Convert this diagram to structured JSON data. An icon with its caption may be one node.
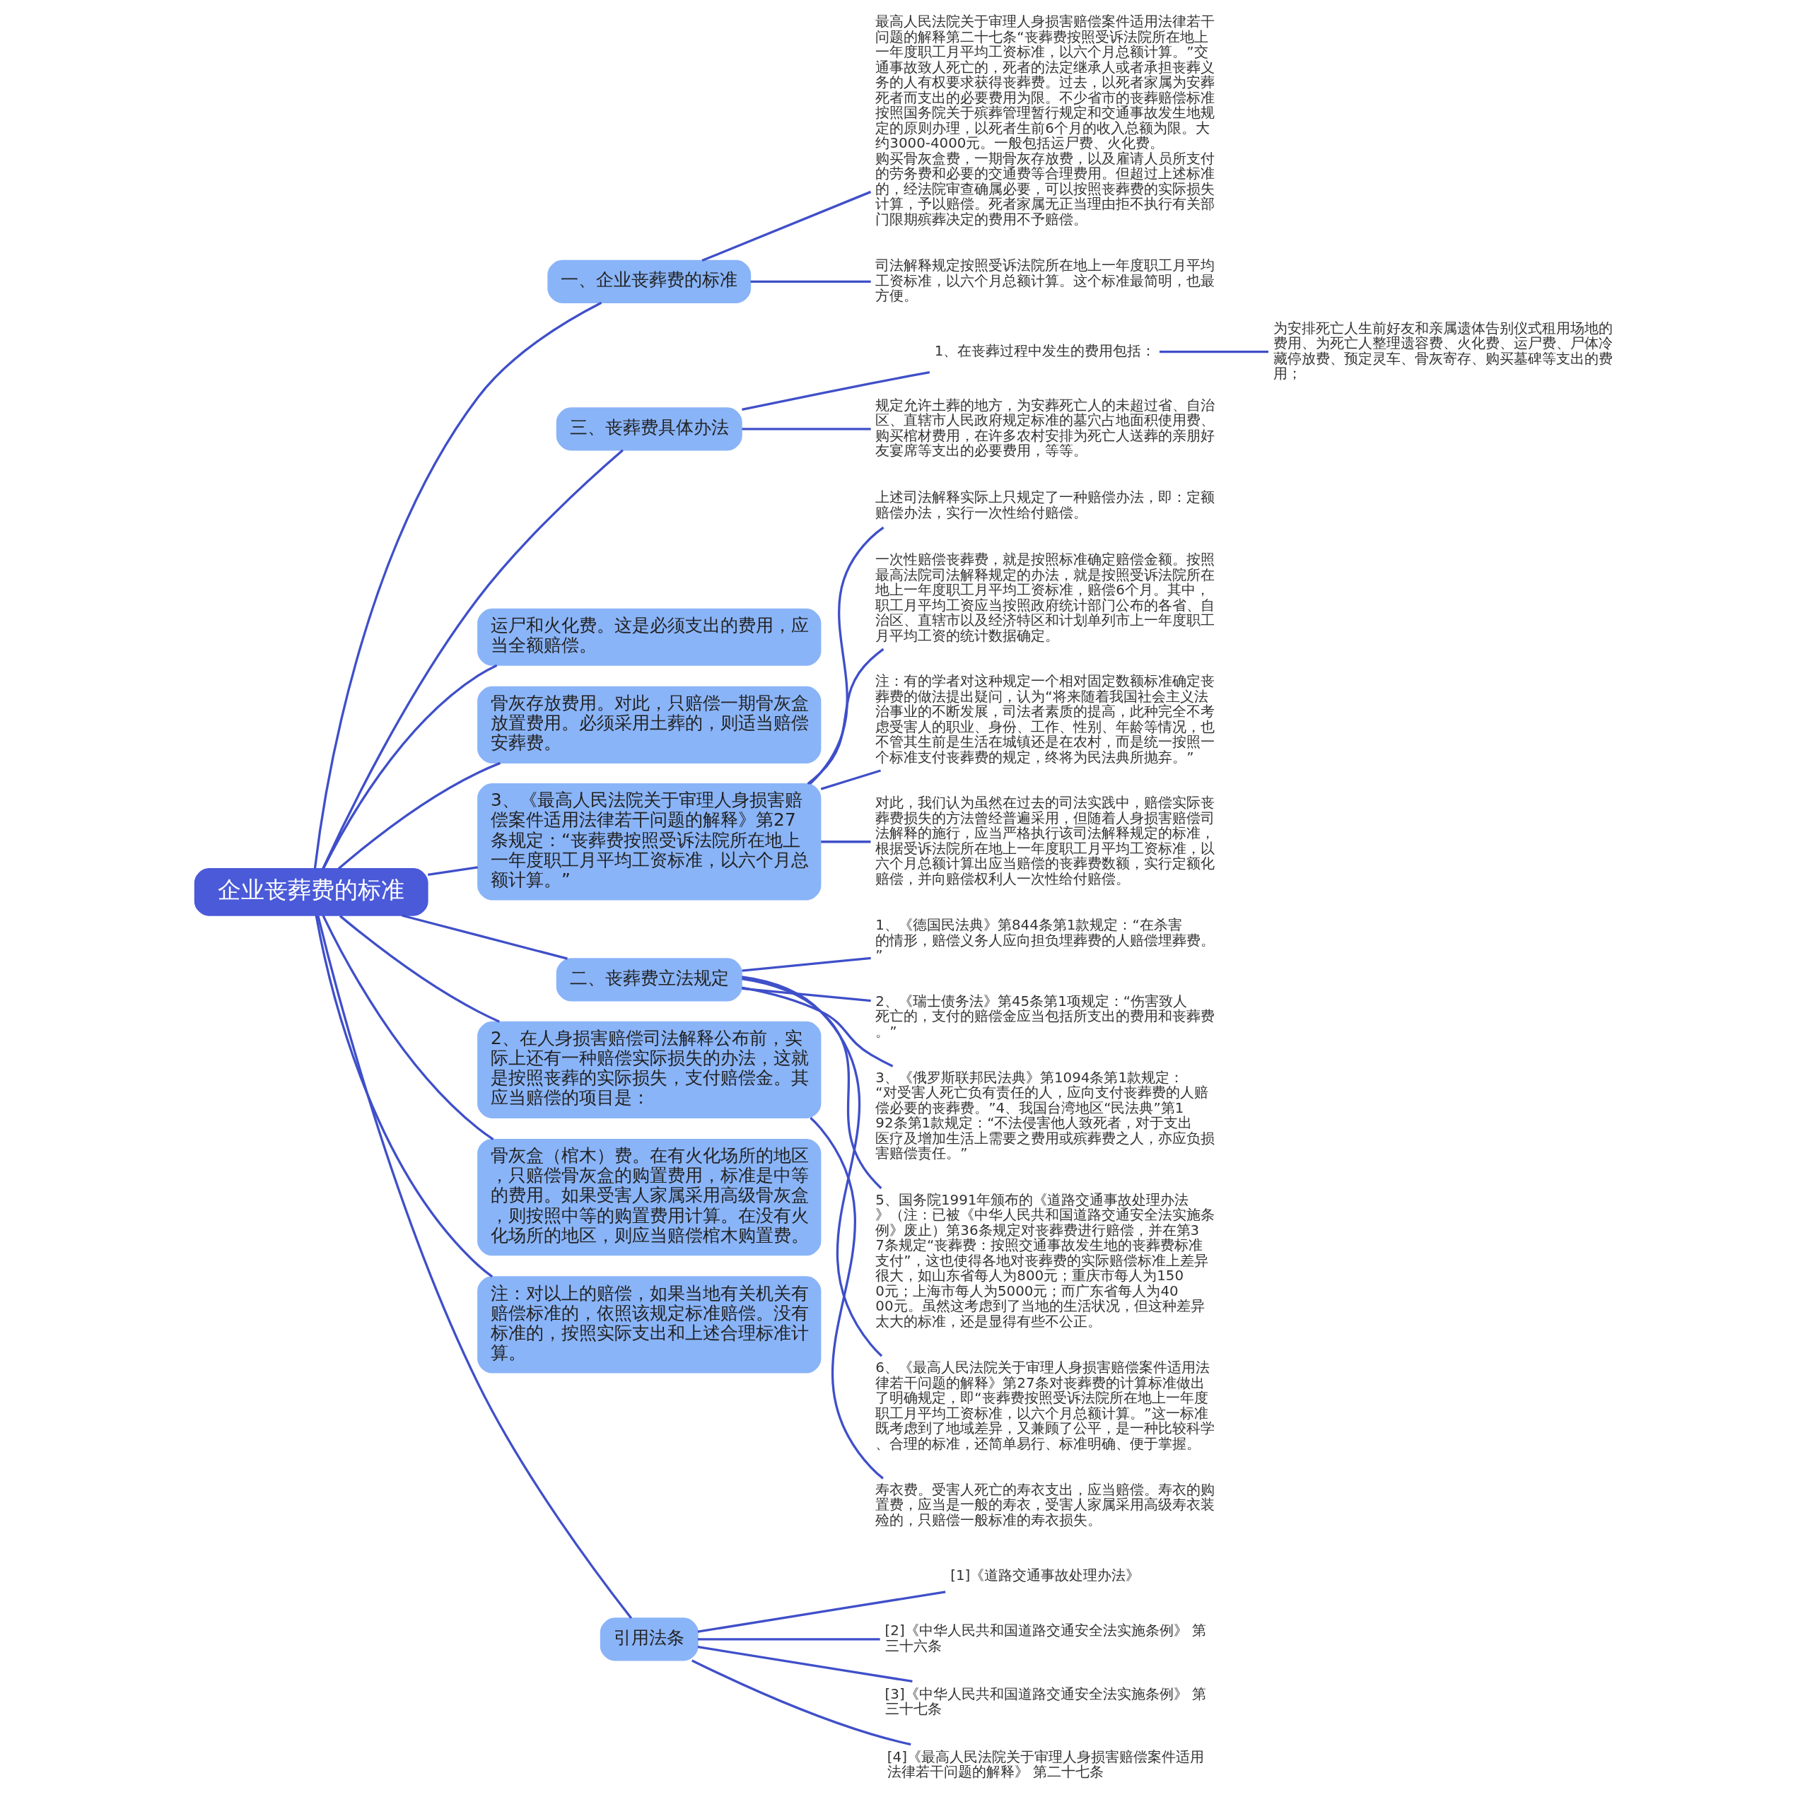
{
  "diagram": {
    "nodes": [
      {
        "text": [
          "企业丧葬费的标准"
        ]
      },
      {
        "text": [
          "一、企业丧葬费的标准"
        ]
      },
      {
        "text": [
          "最高人民法院关于审理人身损害赔偿案件适用法律若干问题的解释第二十七条“丧葬费按照受诉法院所在地上一年度职工月平均工资标准，以六个月总额计算。”交通事故致人死亡的，死者的法定继承人或者承担丧葬义务的人有权要求获得丧葬费。过去，以死者家属为安葬死者而支出的必要费用为限。不少省市的丧葬赔偿标准按照国务院关于殡葬管理暂行规定和交通事故发生地规定的原则办理，以死者生前6个月的收入总额为限。大约3000-4000元。一般包括运尸费、火化费。购买骨灰盒费，一期骨灰存放费，以及雇请人员所支付的劳务费和必要的交通费等合理费用。但超过上述标准的，经法院审查确属必要，可以按照丧葬费的实际损失计算，予以赔偿。死者家属无正当理由拒不执行有关部门限期殡葬决定的费用不予赔偿。"
        ]
      },
      {
        "text": [
          "司法解释规定按照受诉法院所在地上一年度职工月平均工资标准，以六个月总额计算。这个标准最简明，也最方便。"
        ]
      },
      {
        "text": [
          "三、丧葬费具体办法"
        ]
      },
      {
        "text": [
          "1、在丧葬过程中发生的费用包括："
        ]
      },
      {
        "text": [
          "为安排死亡人生前好友和亲属遗体告别仪式租用场地的费用、为死亡人整理遗容费、火化费、运尸费、尸体冷藏停放费、预定灵车、骨灰寄存、购买墓碑等支出的费用；"
        ]
      },
      {
        "text": [
          "规定允许土葬的地方，为安葬死亡人的未超过省、自治区、直辖市人民政府规定标准的墓穴占地面积使用费、购买棺材费用，在许多农村安排为死亡人送葬的亲朋好友宴席等支出的必要费用，等等。"
        ]
      },
      {
        "text": [
          "运尸和火化费。这是必须支出的费用，应当全额赔偿。"
        ]
      },
      {
        "text": [
          "骨灰存放费用。对此，只赔偿一期骨灰盒放置费用。必须采用土葬的，则适当赔偿安葬费。"
        ]
      },
      {
        "text": [
          "3、《最高人民法院关于审理人身损害赔偿案件适用法律若干问题的解释》第27条规定：“丧葬费按照受诉法院所在地上一年度职工月平均工资标准，以六个月总额计算。”"
        ]
      },
      {
        "text": [
          "上述司法解释实际上只规定了一种赔偿办法，即：定额赔偿办法，实行一次性给付赔偿。"
        ]
      },
      {
        "text": [
          "一次性赔偿丧葬费，就是按照标准确定赔偿金额。按照最高法院司法解释规定的办法，就是按照受诉法院所在地上一年度职工月平均工资标准，赔偿6个月。其中，职工月平均工资应当按照政府统计部门公布的各省、自治区、直辖市以及经济特区和计划单列市上一年度职工月平均工资的统计数据确定。"
        ]
      },
      {
        "text": [
          "注：有的学者对这种规定一个相对固定数额标准确定丧葬费的做法提出疑问，认为“将来随着我国社会主义法治事业的不断发展，司法者素质的提高，此种完全不考虑受害人的职业、身份、工作、性别、年龄等情况，也不管其生前是生活在城镇还是在农村，而是统一按照一个标准支付丧葬费的规定，终将为民法典所抛弃。”"
        ]
      },
      {
        "text": [
          "对此，我们认为虽然在过去的司法实践中，赔偿实际丧葬费损失的方法曾经普遍采用，但随着人身损害赔偿司法解释的施行，应当严格执行该司法解释规定的标准，根据受诉法院所在地上一年度职工月平均工资标准，以六个月总额计算出应当赔偿的丧葬费数额，实行定额化赔偿，并向赔偿权利人一次性给付赔偿。"
        ]
      },
      {
        "text": [
          "二、丧葬费立法规定"
        ]
      },
      {
        "text": [
          "1、《德国民法典》第844条第1款规定：“在杀害的情形，赔偿义务人应向担负埋葬费的人赔偿埋葬费。”"
        ]
      },
      {
        "text": [
          "2、《瑞士债务法》第45条第1项规定：“伤害致人死亡的，支付的赔偿金应当包括所支出的费用和丧葬费。”"
        ]
      },
      {
        "text": [
          "3、《俄罗斯联邦民法典》第1094条第1款规定：“对受害人死亡负有责任的人，应向支付丧葬费的人赔偿必要的丧葬费。”4、我国台湾地区“民法典”第192条第1款规定：“不法侵害他人致死者，对于支出医疗及增加生活上需要之费用或殡葬费之人，亦应负损害赔偿责任。”"
        ]
      },
      {
        "text": [
          "5、国务院1991年颁布的《道路交通事故处理办法》（注：已被《中华人民共和国道路交通安全法实施条例》废止）第36条规定对丧葬费进行赔偿，并在第37条规定“丧葬费：按照交通事故发生地的丧葬费标准支付”，这也使得各地对丧葬费的实际赔偿标准上差异很大，如山东省每人为800元；重庆市每人为1500元；上海市每人为5000元；而广东省每人为4000元。虽然这考虑到了当地的生活状况，但这种差异太大的标准，还是显得有些不公正。"
        ]
      },
      {
        "text": [
          "6、《最高人民法院关于审理人身损害赔偿案件适用法律若干问题的解释》第27条对丧葬费的计算标准做出了明确规定，即“丧葬费按照受诉法院所在地上一年度职工月平均工资标准，以六个月总额计算。”这一标准既考虑到了地域差异，又兼顾了公平，是一种比较科学、合理的标准，还简单易行、标准明确、便于掌握。"
        ]
      },
      {
        "text": [
          "2、在人身损害赔偿司法解释公布前，实际上还有一种赔偿实际损失的办法，这就是按照丧葬的实际损失，支付赔偿金。其应当赔偿的项目是："
        ]
      },
      {
        "text": [
          "寿衣费。受害人死亡的寿衣支出，应当赔偿。寿衣的购置费，应当是一般的寿衣，受害人家属采用高级寿衣装殓的，只赔偿一般标准的寿衣损失。"
        ]
      },
      {
        "text": [
          "骨灰盒（棺木）费。在有火化场所的地区，只赔偿骨灰盒的购置费用，标准是中等的费用。如果受害人家属采用高级骨灰盒，则按照中等的购置费用计算。在没有火化场所的地区，则应当赔偿棺木购置费。"
        ]
      },
      {
        "text": [
          "注：对以上的赔偿，如果当地有关机关有赔偿标准的，依照该规定标准赔偿。没有标准的，按照实际支出和上述合理标准计算。"
        ]
      },
      {
        "text": [
          "引用法条"
        ]
      },
      {
        "text": [
          "[1]《道路交通事故处理办法》"
        ]
      },
      {
        "text": [
          "[2]《中华人民共和国道路交通安全法实施条例》 第三十六条"
        ]
      },
      {
        "text": [
          "[3]《中华人民共和国道路交通安全法实施条例》 第三十七条"
        ]
      },
      {
        "text": [
          "[4]《最高人民法院关于审理人身损害赔偿案件适用法律若干问题的解释》 第二十七条"
        ]
      }
    ],
    "edges": [
      {
        "from": 0,
        "to": 1,
        "arrow": "none"
      },
      {
        "from": 1,
        "to": 2,
        "arrow": "none"
      },
      {
        "from": 1,
        "to": 3,
        "arrow": "none"
      },
      {
        "from": 0,
        "to": 4,
        "arrow": "none"
      },
      {
        "from": 4,
        "to": 5,
        "arrow": "none"
      },
      {
        "from": 5,
        "to": 6,
        "arrow": "none"
      },
      {
        "from": 4,
        "to": 7,
        "arrow": "none"
      },
      {
        "from": 0,
        "to": 8,
        "arrow": "none"
      },
      {
        "from": 0,
        "to": 9,
        "arrow": "none"
      },
      {
        "from": 0,
        "to": 10,
        "arrow": "none"
      },
      {
        "from": 10,
        "to": 11,
        "arrow": "none"
      },
      {
        "from": 10,
        "to": 12,
        "arrow": "none"
      },
      {
        "from": 10,
        "to": 13,
        "arrow": "none"
      },
      {
        "from": 10,
        "to": 14,
        "arrow": "none"
      },
      {
        "from": 0,
        "to": 15,
        "arrow": "none"
      },
      {
        "from": 15,
        "to": 16,
        "arrow": "none"
      },
      {
        "from": 15,
        "to": 17,
        "arrow": "none"
      },
      {
        "from": 15,
        "to": 18,
        "arrow": "none"
      },
      {
        "from": 15,
        "to": 19,
        "arrow": "none"
      },
      {
        "from": 15,
        "to": 20,
        "arrow": "none"
      },
      {
        "from": 0,
        "to": 21,
        "arrow": "none"
      },
      {
        "from": 21,
        "to": 22,
        "arrow": "none"
      },
      {
        "from": 0,
        "to": 23,
        "arrow": "none"
      },
      {
        "from": 0,
        "to": 24,
        "arrow": "none"
      },
      {
        "from": 0,
        "to": 25,
        "arrow": "none"
      },
      {
        "from": 25,
        "to": 26,
        "arrow": "none"
      },
      {
        "from": 25,
        "to": 27,
        "arrow": "none"
      },
      {
        "from": 25,
        "to": 28,
        "arrow": "none"
      },
      {
        "from": 25,
        "to": 29,
        "arrow": "none"
      }
    ]
  }
}
